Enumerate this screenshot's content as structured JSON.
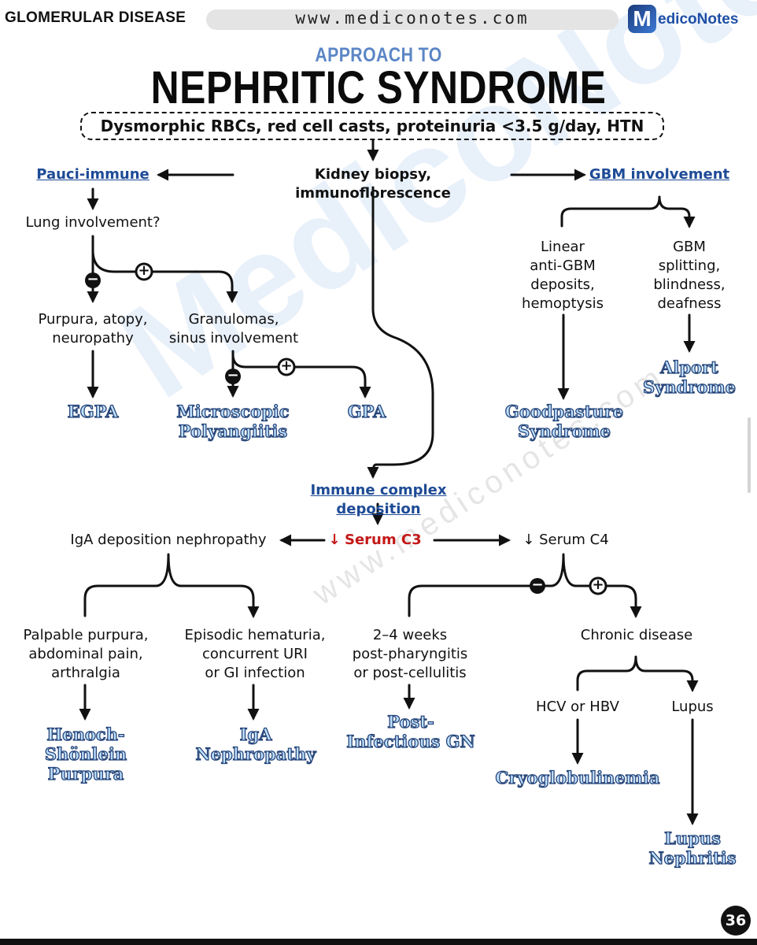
{
  "header": {
    "section": "GLOMERULAR DISEASE",
    "url": "www.mediconotes.com",
    "logo_letter": "M",
    "logo_text": "edicoNotes"
  },
  "title": {
    "small": "APPROACH TO",
    "big": "NEPHRITIC SYNDROME"
  },
  "criteria": "Dysmorphic RBCs, red cell casts, proteinuria <3.5 g/day, HTN",
  "watermark": {
    "main": "MedicoNotes",
    "url": "www.mediconotes.com"
  },
  "nodes": {
    "biopsy": "Kidney biopsy, immunoflorescence",
    "pauci": "Pauci-immune",
    "gbm": "GBM involvement",
    "lung": "Lung involvement?",
    "purpura_atopy": "Purpura, atopy,\nneuropathy",
    "granulomas": "Granulomas,\nsinus involvement",
    "linear": "Linear\nanti-GBM\ndeposits,\nhemoptysis",
    "splitting": "GBM\nsplitting,\nblindness,\ndeafness",
    "immune_complex": "Immune complex deposition",
    "c3_arrow": "↓",
    "c3": "Serum C3",
    "c4": "↓ Serum C4",
    "iga_dep": "IgA deposition nephropathy",
    "palpable": "Palpable purpura,\nabdominal pain,\narthralgia",
    "episodic": "Episodic hematuria,\nconcurrent URI\nor GI infection",
    "weeks": "2–4 weeks\npost-pharyngitis\nor post-cellulitis",
    "chronic": "Chronic disease",
    "hcv": "HCV or HBV",
    "lupus": "Lupus"
  },
  "diagnoses": {
    "egpa": "EGPA",
    "mpa": "Microscopic\nPolyangiitis",
    "gpa": "GPA",
    "goodpasture": "Goodpasture\nSyndrome",
    "alport": "Alport\nSyndrome",
    "hsp": "Henoch-\nShönlein\nPurpura",
    "igan": "IgA\nNephropathy",
    "pign": "Post-\nInfectious GN",
    "cryo": "Cryoglobulinemia",
    "lupus_nephritis": "Lupus\nNephritis"
  },
  "signs": {
    "minus": "−",
    "plus": "+"
  },
  "colors": {
    "link": "#1e4b96",
    "dx_fill": "#bfe0ff",
    "dx_stroke": "#27467a",
    "red": "#c41818",
    "title_blue": "#5b86c6"
  },
  "page_number": "36"
}
